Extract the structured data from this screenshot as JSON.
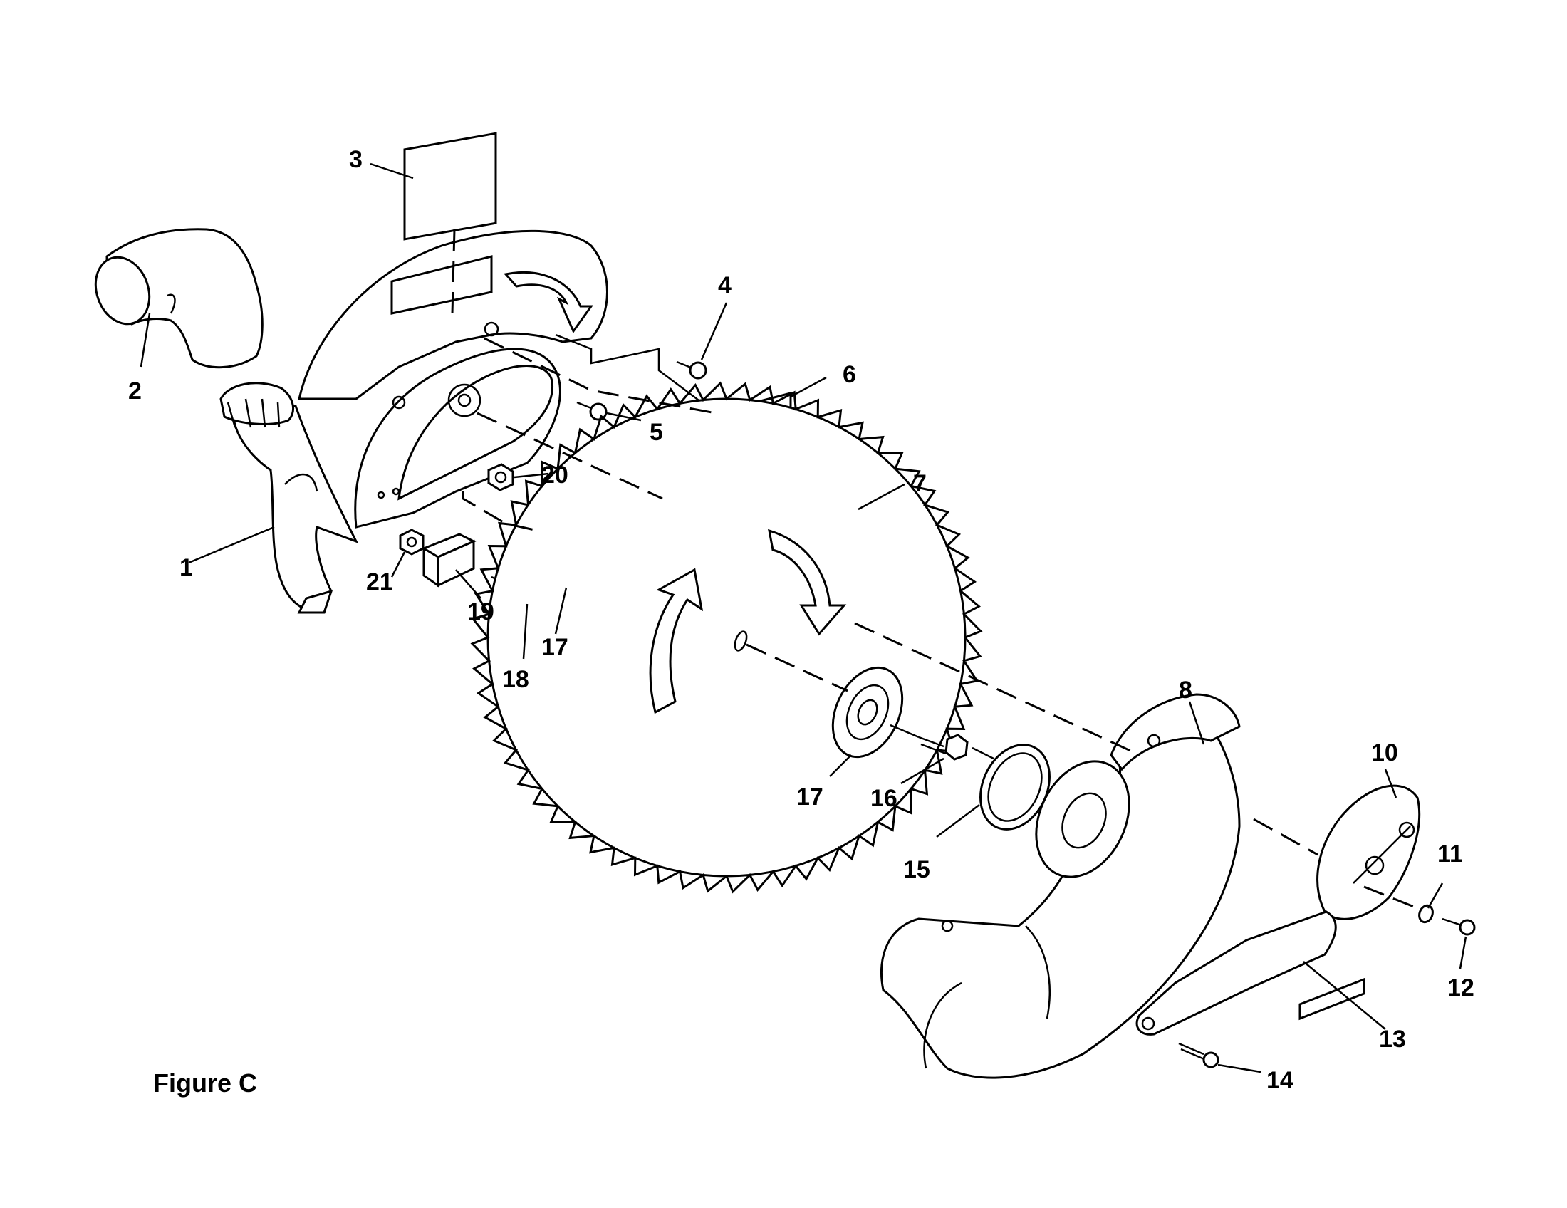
{
  "figure": {
    "caption": "Figure C"
  },
  "callouts": {
    "c1": "1",
    "c2": "2",
    "c3": "3",
    "c4": "4",
    "c5": "5",
    "c6": "6",
    "c7": "7",
    "c8": "8",
    "c10": "10",
    "c11": "11",
    "c12": "12",
    "c13": "13",
    "c14": "14",
    "c15": "15",
    "c16": "16",
    "c17a": "17",
    "c17b": "17",
    "c18": "18",
    "c19": "19",
    "c20": "20",
    "c21": "21"
  }
}
